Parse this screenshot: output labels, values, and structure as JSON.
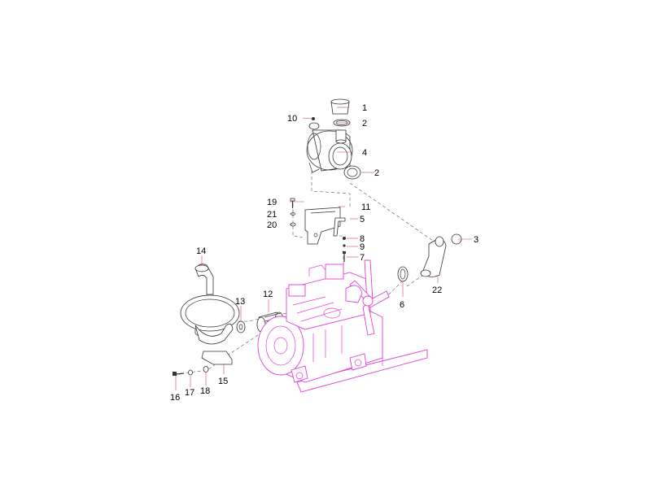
{
  "callouts": [
    "1",
    "2",
    "3",
    "4",
    "5",
    "6",
    "7",
    "8",
    "9",
    "10",
    "11",
    "12",
    "13",
    "14",
    "15",
    "16",
    "17",
    "18",
    "19",
    "20",
    "21",
    "22"
  ],
  "colors": {
    "engine": "#e040d8",
    "leader": "#d04060",
    "parts": "#333333",
    "background": "#ffffff"
  }
}
